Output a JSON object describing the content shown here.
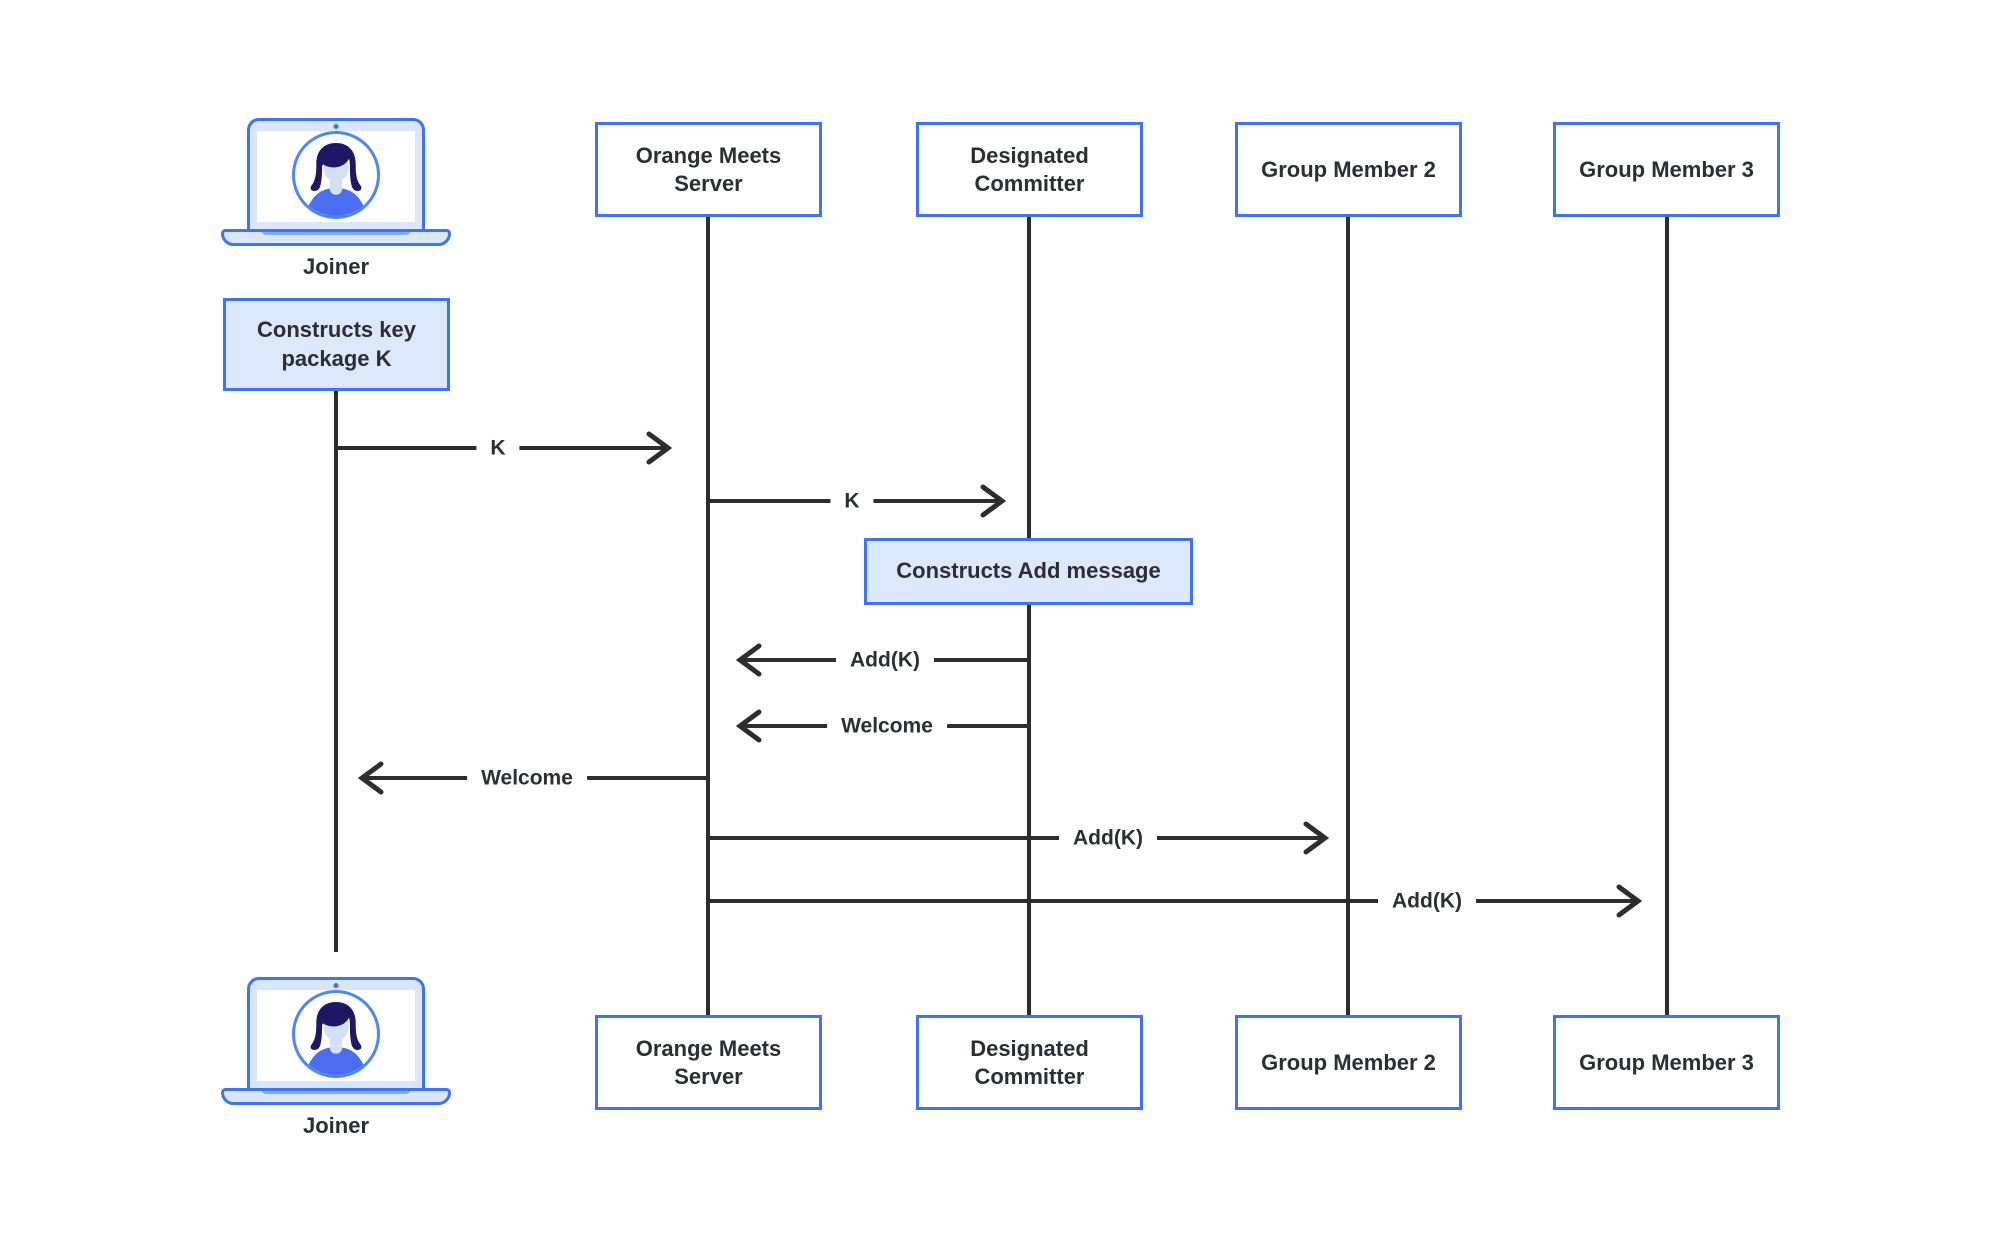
{
  "colors": {
    "accent": "#3D74F6",
    "note_fill": "#DEE8FC",
    "laptop_fill": "#D9E6FC",
    "avatar_ring": "#4C86F7",
    "avatar_hair": "#1E1766",
    "avatar_face": "#D4E0F6",
    "avatar_shirt": "#4A6DF1",
    "line": "#2D2D2D",
    "text": "#2B2E34",
    "background": "#FFFFFF"
  },
  "participants": [
    {
      "id": "joiner",
      "label": "Joiner",
      "icon": "laptop-user-icon"
    },
    {
      "id": "orange-meets-server",
      "label": "Orange Meets\nServer"
    },
    {
      "id": "designated-committer",
      "label": "Designated\nCommitter"
    },
    {
      "id": "group-member-2",
      "label": "Group Member 2"
    },
    {
      "id": "group-member-3",
      "label": "Group Member 3"
    }
  ],
  "notes": [
    {
      "participant": "joiner",
      "text": "Constructs key\npackage K"
    },
    {
      "participant": "designated-committer",
      "text": "Constructs Add message"
    }
  ],
  "messages": [
    {
      "from": "joiner",
      "to": "orange-meets-server",
      "label": "K",
      "direction": "right"
    },
    {
      "from": "orange-meets-server",
      "to": "designated-committer",
      "label": "K",
      "direction": "right"
    },
    {
      "from": "designated-committer",
      "to": "orange-meets-server",
      "label": "Add(K)",
      "direction": "left"
    },
    {
      "from": "designated-committer",
      "to": "orange-meets-server",
      "label": "Welcome",
      "direction": "left"
    },
    {
      "from": "orange-meets-server",
      "to": "joiner",
      "label": "Welcome",
      "direction": "left"
    },
    {
      "from": "orange-meets-server",
      "to": "group-member-2",
      "label": "Add(K)",
      "direction": "right"
    },
    {
      "from": "orange-meets-server",
      "to": "group-member-3",
      "label": "Add(K)",
      "direction": "right"
    }
  ]
}
